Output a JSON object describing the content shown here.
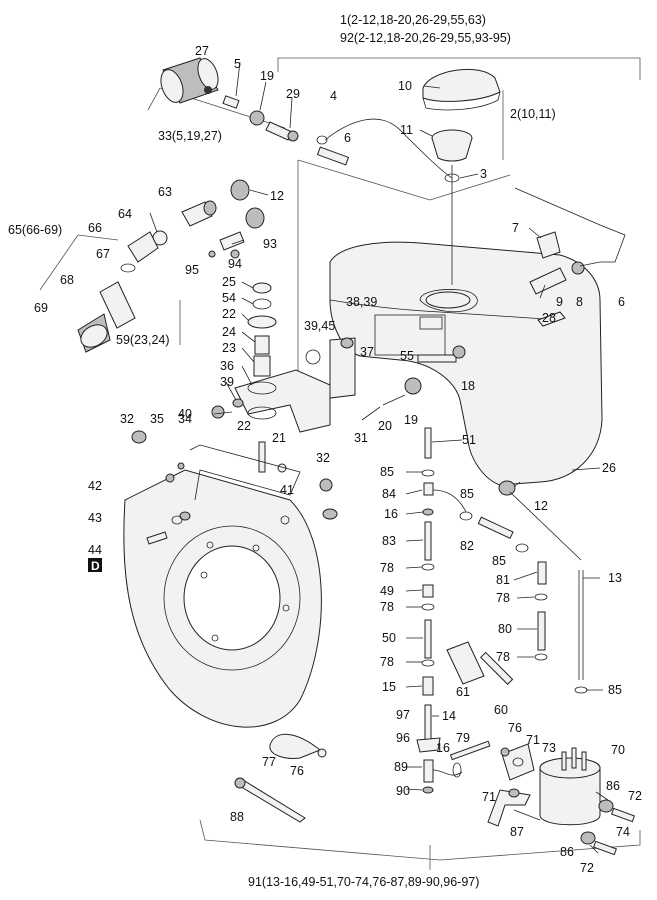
{
  "diagram": {
    "header_top": "1(2-12,18-20,26-29,55,63)",
    "header_sub": "92(2-12,18-20,26-29,55,93-95)",
    "group_2": "2(10,11)",
    "group_33": "33(5,19,27)",
    "group_65": "65(66-69)",
    "group_59": "59(23,24)",
    "group_91": "91(13-16,49-51,70-74,76-87,89-90,96-97)",
    "marker_d": "D",
    "labels": {
      "l27": "27",
      "l5": "5",
      "l19a": "19",
      "l29": "29",
      "l4": "4",
      "l10": "10",
      "l11": "11",
      "l6a": "6",
      "l3": "3",
      "l63": "63",
      "l12a": "12",
      "l64": "64",
      "l66": "66",
      "l93": "93",
      "l67": "67",
      "l95": "95",
      "l94": "94",
      "l68": "68",
      "l69": "69",
      "l7": "7",
      "l9": "9",
      "l8": "8",
      "l6b": "6",
      "l28": "28",
      "l25": "25",
      "l54": "54",
      "l22a": "22",
      "l24": "24",
      "l23": "23",
      "l36": "36",
      "l39a": "39",
      "l40": "40",
      "l22b": "22",
      "l3839": "38,39",
      "l3945": "39,45",
      "l37": "37",
      "l55": "55",
      "l18": "18",
      "l32a": "32",
      "l35": "35",
      "l34": "34",
      "l21": "21",
      "l31": "31",
      "l20": "20",
      "l19b": "19",
      "l51": "51",
      "l26": "26",
      "l32b": "32",
      "l41": "41",
      "l85a": "85",
      "l84": "84",
      "l85b": "85",
      "l12b": "12",
      "l42": "42",
      "l16a": "16",
      "l43": "43",
      "l82": "82",
      "l44": "44",
      "l83": "83",
      "l85c": "85",
      "l78a": "78",
      "l81": "81",
      "l13": "13",
      "l49": "49",
      "l78b": "78",
      "l78c": "78",
      "l50": "50",
      "l80": "80",
      "l78d": "78",
      "l78e": "78",
      "l15": "15",
      "l61": "61",
      "l85d": "85",
      "l60": "60",
      "l97": "97",
      "l14": "14",
      "l76a": "76",
      "l96": "96",
      "l79": "79",
      "l71a": "71",
      "l73": "73",
      "l70": "70",
      "l16b": "16",
      "l77": "77",
      "l76b": "76",
      "l89": "89",
      "l86a": "86",
      "l72a": "72",
      "l90": "90",
      "l71b": "71",
      "l88": "88",
      "l87": "87",
      "l74": "74",
      "l86b": "86",
      "l72b": "72"
    }
  }
}
